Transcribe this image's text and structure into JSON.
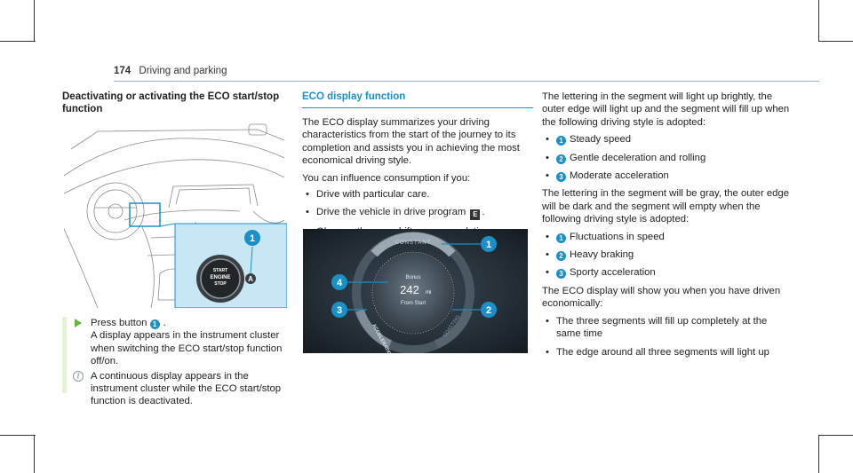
{
  "header": {
    "page_number": "174",
    "section": "Driving and parking"
  },
  "left": {
    "heading": "Deactivating or activating the ECO start/stop function",
    "figure": {
      "button_lines": [
        "START",
        "ENGINE",
        "STOP"
      ],
      "callout": "1"
    },
    "instruction": {
      "pre": "Press button",
      "callout": "1",
      "post": ".",
      "detail": "A display appears in the instrument cluster when switching the ECO start/stop function off/on."
    },
    "note": "A continuous display appears in the instrument cluster while the ECO start/stop function is deactivated."
  },
  "middle": {
    "heading": "ECO display function",
    "intro": "The ECO display summarizes your driving character­istics from the start of the journey to its completion and assists you in achieving the most economical driving style.",
    "influence": "You can influence consumption if you:",
    "bullets": [
      {
        "text": "Drive with particular care."
      },
      {
        "pre": "Drive the vehicle in drive program",
        "badge": "E",
        "post": "."
      },
      {
        "text": "Observe the gearshift recommendations."
      }
    ],
    "figure": {
      "label_constant": "CONSTANT",
      "label_acceleration": "ACCELERATION",
      "label_coasting": "COASTING",
      "bonus_label": "Bonus",
      "bonus_value": "242",
      "bonus_unit": "mi",
      "bonus_caption": "From Start",
      "callouts": [
        "1",
        "2",
        "3",
        "4"
      ]
    }
  },
  "right": {
    "para1": "The lettering in the segment will light up brightly, the outer edge will light up and the segment will fill up when the following driving style is adop­ted:",
    "list1": [
      {
        "num": "1",
        "text": "Steady speed"
      },
      {
        "num": "2",
        "text": "Gentle deceleration and rolling"
      },
      {
        "num": "3",
        "text": "Moderate acceleration"
      }
    ],
    "para2": "The lettering in the segment will be gray, the outer edge will be dark and the segment will empty when the following driving style is adop­ted:",
    "list2": [
      {
        "num": "1",
        "text": "Fluctuations in speed"
      },
      {
        "num": "2",
        "text": "Heavy braking"
      },
      {
        "num": "3",
        "text": "Sporty acceleration"
      }
    ],
    "para3": "The ECO display will show you when you have driven economically:",
    "list3": [
      "The three segments will fill up completely at the same time",
      "The edge around all three segments will light up"
    ]
  },
  "colors": {
    "accent": "#1b8fc7",
    "step_arrow": "#6ab53d",
    "inset_bg": "#c8e7f4",
    "display_bg": "#1e2a33"
  },
  "icons": {
    "instruction": "arrow-right-icon",
    "note": "info-icon",
    "bullet": "bullet-dot-icon"
  }
}
